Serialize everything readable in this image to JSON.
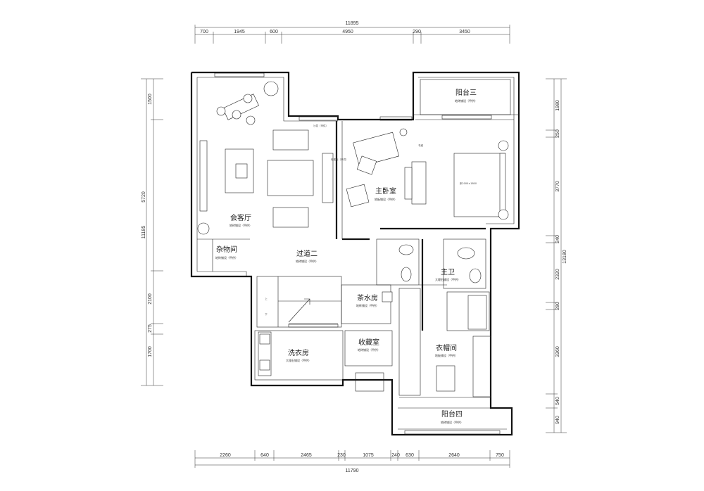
{
  "dimensions": {
    "top_total": "11895",
    "top": [
      "700",
      "1945",
      "600",
      "4950",
      "290",
      "3450"
    ],
    "bottom_total": "11790",
    "bottom": [
      "2260",
      "640",
      "2465",
      "230",
      "1075",
      "240",
      "630",
      "2640",
      "750"
    ],
    "left_total": "11185",
    "left_sub": "5720",
    "left": [
      "1500",
      "2100",
      "275",
      "1700"
    ],
    "right_total": "13180",
    "right_upper": "3770",
    "right": [
      "1980",
      "250",
      "240",
      "2320",
      "280",
      "3360",
      "540",
      "940"
    ]
  },
  "rooms": {
    "reception": "会客厅",
    "reception_floor": "地砖铺设（甲供）",
    "storage": "杂物间",
    "storage_floor": "地砖铺设（甲供）",
    "corridor": "过道二",
    "corridor_floor": "地砖铺设（甲供）",
    "master_bedroom": "主卧室",
    "master_floor": "地板铺设（甲供）",
    "balcony3": "阳台三",
    "balcony3_floor": "地砖铺设（甲供）",
    "master_bath": "主卫",
    "master_bath_floor": "大理石铺设（甲供）",
    "tea_room": "茶水房",
    "tea_floor": "地砖铺设（甲供）",
    "collection": "收藏室",
    "collection_floor": "地砖铺设（甲供）",
    "laundry": "洗衣房",
    "laundry_floor": "大理石铺设（甲供）",
    "closet": "衣帽间",
    "closet_floor": "地板铺设（甲供）",
    "balcony4": "阳台四",
    "balcony4_floor": "地砖铺设（甲供）"
  },
  "labels": {
    "bed": "床2000×1800",
    "desk": "书桌",
    "sofa_note": "沙发（甲供）",
    "tv_cabinet": "电视柜（甲供）",
    "stairs_up": "上",
    "stairs_down": "下"
  }
}
